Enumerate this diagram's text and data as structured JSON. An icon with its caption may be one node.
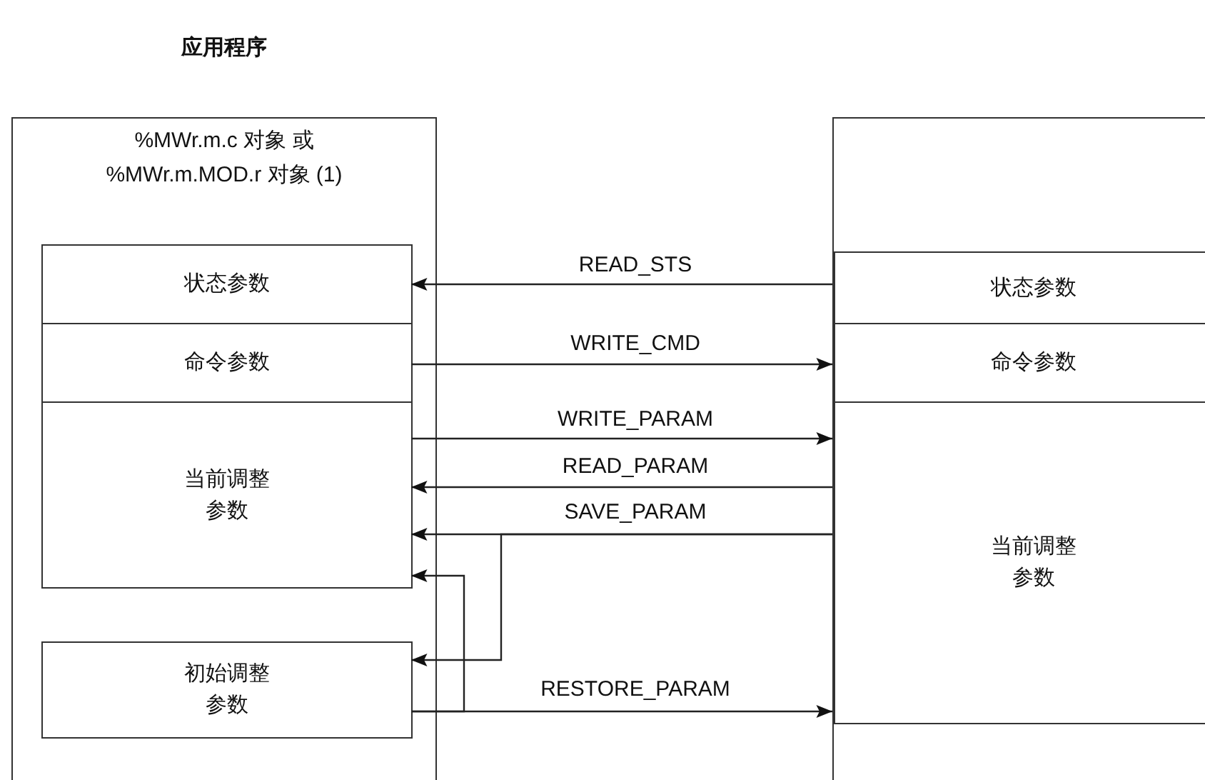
{
  "diagram": {
    "nodes": [
      {
        "text": [
          "应用程序",
          "%MWr.m.c 对象 或 %MWr.m.MOD.r 对象 (1)"
        ]
      },
      {
        "text": [
          "状态参数"
        ],
        "in": 0
      },
      {
        "text": [
          "命令参数"
        ],
        "in": 0
      },
      {
        "text": [
          "当前调整参数"
        ],
        "in": 0
      },
      {
        "text": [
          "初始调整参数"
        ],
        "in": 0
      },
      {
        "text": [],
        "shape": "box"
      },
      {
        "text": [
          "状态参数"
        ],
        "in": 5
      },
      {
        "text": [
          "命令参数"
        ],
        "in": 5
      },
      {
        "text": [
          "当前调整参数"
        ],
        "in": 5
      }
    ],
    "edges": [
      {
        "from": 6,
        "to": 1,
        "arrow": "to",
        "label": "READ_STS"
      },
      {
        "from": 2,
        "to": 7,
        "arrow": "to",
        "label": "WRITE_CMD"
      },
      {
        "from": 3,
        "to": 8,
        "arrow": "to",
        "label": "WRITE_PARAM"
      },
      {
        "from": 8,
        "to": 3,
        "arrow": "to",
        "label": "READ_PARAM"
      },
      {
        "from": 8,
        "to": 3,
        "arrow": "to",
        "label": "SAVE_PARAM"
      },
      {
        "from": 8,
        "to": 4,
        "arrow": "to"
      },
      {
        "from": 4,
        "to": 8,
        "arrow": "to",
        "label": "RESTORE_PARAM"
      },
      {
        "from": 4,
        "to": 3,
        "arrow": "to"
      }
    ]
  }
}
